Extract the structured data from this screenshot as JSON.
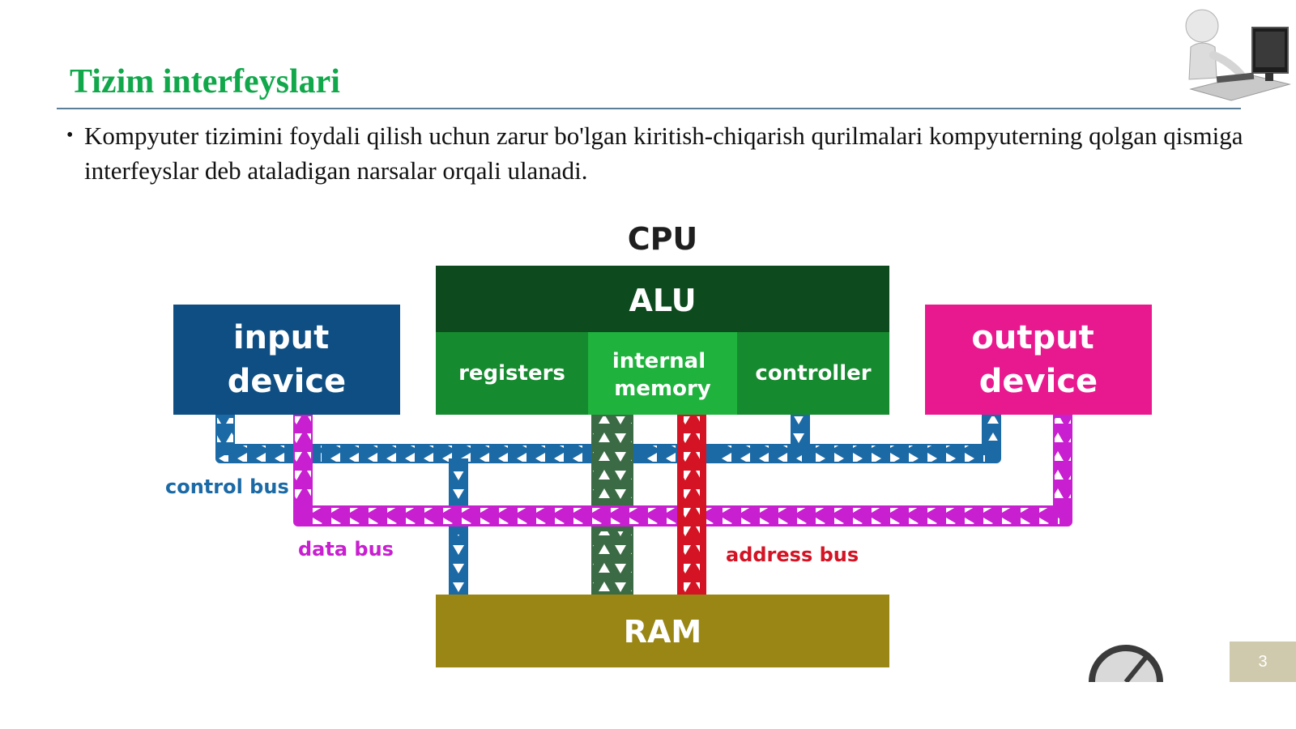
{
  "slide": {
    "title": "Tizim interfeyslari",
    "bullet": "Kompyuter tizimini foydali qilish uchun zarur bo'lgan kiritish-chiqarish qurilmalari kompyuterning qolgan qismiga interfeyslar deb ataladigan narsalar orqali ulanadi.",
    "page_number": "3"
  },
  "diagram": {
    "cpu_label": "CPU",
    "alu_label": "ALU",
    "registers_label": "registers",
    "internal_memory_label": [
      "internal",
      "memory"
    ],
    "controller_label": "controller",
    "input_device_label": [
      "input",
      "device"
    ],
    "output_device_label": [
      "output",
      "device"
    ],
    "ram_label": "RAM",
    "control_bus_label": "control bus",
    "data_bus_label": "data bus",
    "address_bus_label": "address bus",
    "colors": {
      "title_green": "#11a84b",
      "alu_dark_green": "#0d4a1d",
      "cpu_green": "#168a2f",
      "internal_memory_green": "#1fb23c",
      "input_blue": "#0e4e83",
      "output_pink": "#e8198f",
      "control_bus_blue": "#1b6aa6",
      "data_bus_magenta": "#c81fd0",
      "address_bus_red": "#d41424",
      "internal_bus_green": "#3b6b45",
      "ram_olive": "#9a8614"
    }
  }
}
